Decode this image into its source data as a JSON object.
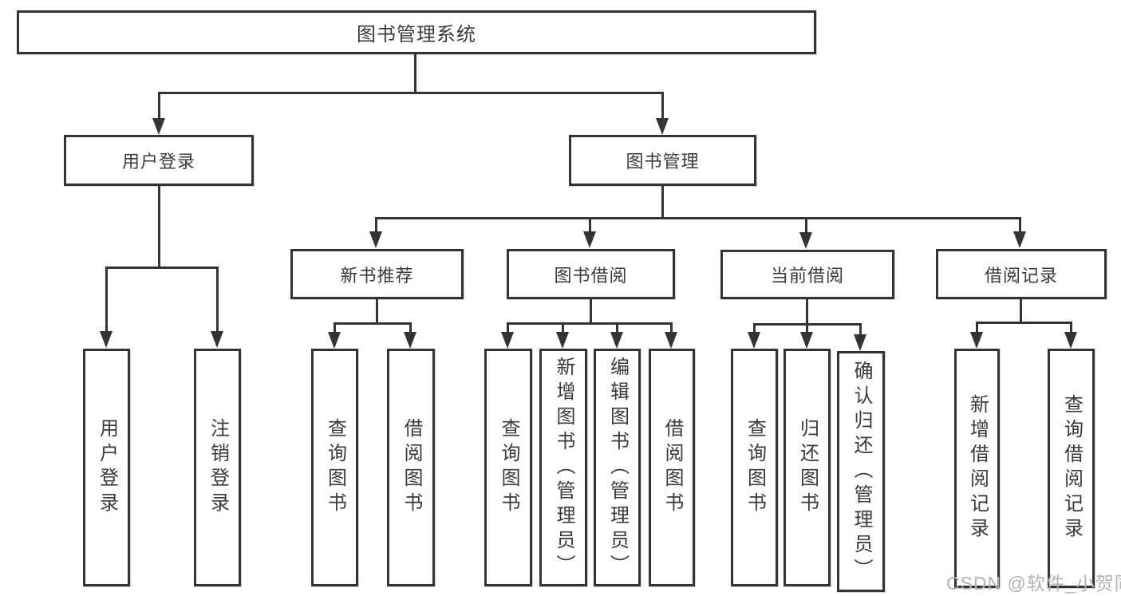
{
  "diagram": {
    "root": {
      "label": "图书管理系统"
    },
    "level2": [
      {
        "label": "用户登录"
      },
      {
        "label": "图书管理"
      }
    ],
    "level3": [
      {
        "label": "新书推荐"
      },
      {
        "label": "图书借阅"
      },
      {
        "label": "当前借阅"
      },
      {
        "label": "借阅记录"
      }
    ],
    "leaves": [
      {
        "label": "用户登录"
      },
      {
        "label": "注销登录"
      },
      {
        "label": "查询图书"
      },
      {
        "label": "借阅图书"
      },
      {
        "label": "查询图书"
      },
      {
        "label": "新增图书（管理员）"
      },
      {
        "label": "编辑图书（管理员）"
      },
      {
        "label": "借阅图书"
      },
      {
        "label": "查询图书"
      },
      {
        "label": "归还图书"
      },
      {
        "label": "确认归还（管理员）"
      },
      {
        "label": "新增借阅记录"
      },
      {
        "label": "查询借阅记录"
      }
    ]
  },
  "watermark": {
    "text": "CSDN @软件_小贺同学"
  },
  "colors": {
    "line": "#343434",
    "text": "#3a3a3a",
    "watermark": "#b3b3b3",
    "background": "#ffffff"
  }
}
